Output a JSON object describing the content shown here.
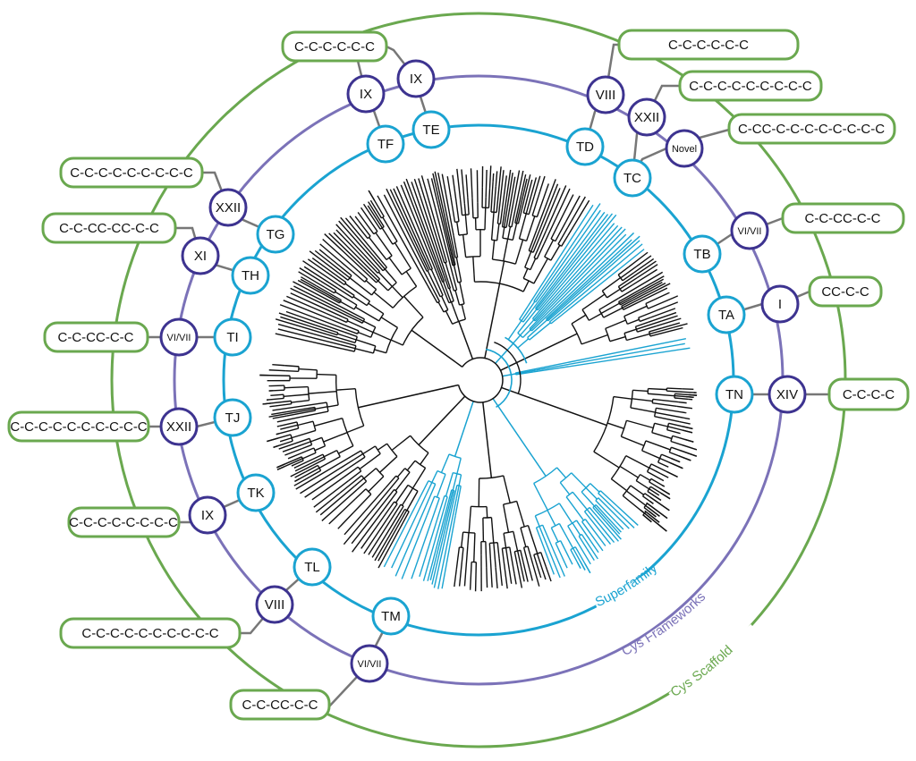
{
  "colors": {
    "superfamily": "#1aa3d1",
    "framework": "#5a4fa0",
    "framework_line": "#7b72b8",
    "scaffold": "#6aa84f",
    "tree": "#111111",
    "connector": "#777777"
  },
  "ring_labels": {
    "superfamily": "Superfamily",
    "frameworks": "Cys Frameworks",
    "scaffold": "Cys Scaffold"
  },
  "superfamilies": [
    "TA",
    "TB",
    "TC",
    "TD",
    "TE",
    "TF",
    "TG",
    "TH",
    "TI",
    "TJ",
    "TK",
    "TL",
    "TM",
    "TN"
  ],
  "frameworks": [
    "I",
    "VI/VII",
    "Novel",
    "XXII",
    "VIII",
    "IX",
    "IX",
    "XXII",
    "XI",
    "VI/VII",
    "XXII",
    "IX",
    "VIII",
    "VI/VII",
    "XIV"
  ],
  "scaffolds": [
    "CC-C-C",
    "C-C-CC-C-C",
    "C-CC-C-C-C-C-C-C-C-C",
    "C-C-C-C-C-C-C-C-C",
    "C-C-C-C-C-C-C-C-C-C",
    "C-C-C-C-C-C",
    "C-C-C-C-C-C-C-C",
    "C-C-CC-CC-C-C",
    "C-C-CC-C-C",
    "C-C-C-C-C-C-C-C-C",
    "C-C-C-C-C-C",
    "C-C-C-C-C-C-C-C-C-C",
    "C-C-CC-C-C",
    "C-C-C-C"
  ]
}
